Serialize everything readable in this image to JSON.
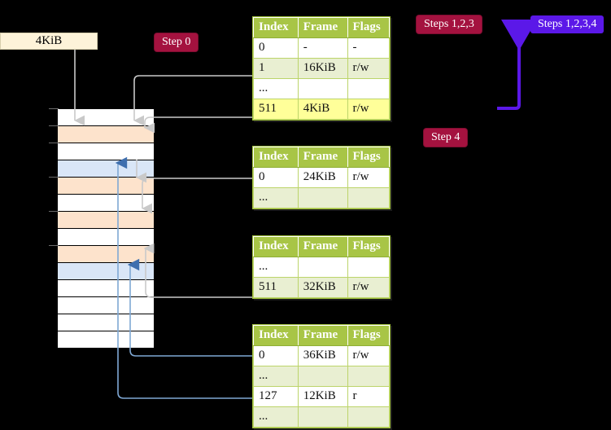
{
  "diagram": {
    "title_badges": [
      {
        "id": "step0",
        "label": "Step 0",
        "style": "red"
      },
      {
        "id": "steps123",
        "label": "Steps 1,2,3",
        "style": "red"
      },
      {
        "id": "steps1234",
        "label": "Steps 1,2,3,4",
        "style": "violet"
      },
      {
        "id": "step4",
        "label": "Step 4",
        "style": "red"
      }
    ],
    "frame_box": {
      "label": "4KiB"
    },
    "columns": [
      "Index",
      "Frame",
      "Flags"
    ],
    "tables": [
      {
        "name": "pml4-table",
        "headers": [
          "Index",
          "Frame",
          "Flags"
        ],
        "rows": [
          {
            "cells": [
              "0",
              "-",
              "-"
            ],
            "shade": "plain",
            "highlight": false
          },
          {
            "cells": [
              "1",
              "16KiB",
              "r/w"
            ],
            "shade": "alt",
            "highlight": false
          },
          {
            "cells": [
              "...",
              "",
              ""
            ],
            "shade": "plain",
            "highlight": false
          },
          {
            "cells": [
              "511",
              "4KiB",
              "r/w"
            ],
            "shade": "alt",
            "highlight": true
          }
        ]
      },
      {
        "name": "pdpt-table",
        "headers": [
          "Index",
          "Frame",
          "Flags"
        ],
        "rows": [
          {
            "cells": [
              "0",
              "24KiB",
              "r/w"
            ],
            "shade": "plain",
            "highlight": false
          },
          {
            "cells": [
              "...",
              "",
              ""
            ],
            "shade": "alt",
            "highlight": false
          }
        ]
      },
      {
        "name": "pd-table",
        "headers": [
          "Index",
          "Frame",
          "Flags"
        ],
        "rows": [
          {
            "cells": [
              "...",
              "",
              ""
            ],
            "shade": "plain",
            "highlight": false
          },
          {
            "cells": [
              "511",
              "32KiB",
              "r/w"
            ],
            "shade": "alt",
            "highlight": false
          }
        ]
      },
      {
        "name": "pt-table",
        "headers": [
          "Index",
          "Frame",
          "Flags"
        ],
        "rows": [
          {
            "cells": [
              "0",
              "36KiB",
              "r/w"
            ],
            "shade": "plain",
            "highlight": false
          },
          {
            "cells": [
              "...",
              "",
              ""
            ],
            "shade": "alt",
            "highlight": false
          },
          {
            "cells": [
              "127",
              "12KiB",
              "r"
            ],
            "shade": "plain",
            "highlight": false
          },
          {
            "cells": [
              "...",
              "",
              ""
            ],
            "shade": "alt",
            "highlight": false
          }
        ]
      }
    ],
    "memory_rows": [
      {
        "fill": "white"
      },
      {
        "fill": "orange"
      },
      {
        "fill": "white"
      },
      {
        "fill": "blue"
      },
      {
        "fill": "orange"
      },
      {
        "fill": "white"
      },
      {
        "fill": "orange"
      },
      {
        "fill": "white"
      },
      {
        "fill": "orange"
      },
      {
        "fill": "blue"
      },
      {
        "fill": "white"
      },
      {
        "fill": "white"
      },
      {
        "fill": "white"
      },
      {
        "fill": "white"
      }
    ],
    "colors": {
      "badge_red": "#a4123f",
      "badge_violet": "#5b18e8",
      "table_header": "#a8c546",
      "table_alt_row": "#e9efd2",
      "highlight": "#ffff99",
      "memory_orange": "#fde3cc",
      "memory_blue": "#d9e6f7",
      "connector_gray": "#c9c9c9",
      "connector_blue": "#7fa8d4",
      "arrow_blue": "#3f6fae",
      "frame_box_bg": "#fdf3d9",
      "background": "#000000"
    }
  }
}
